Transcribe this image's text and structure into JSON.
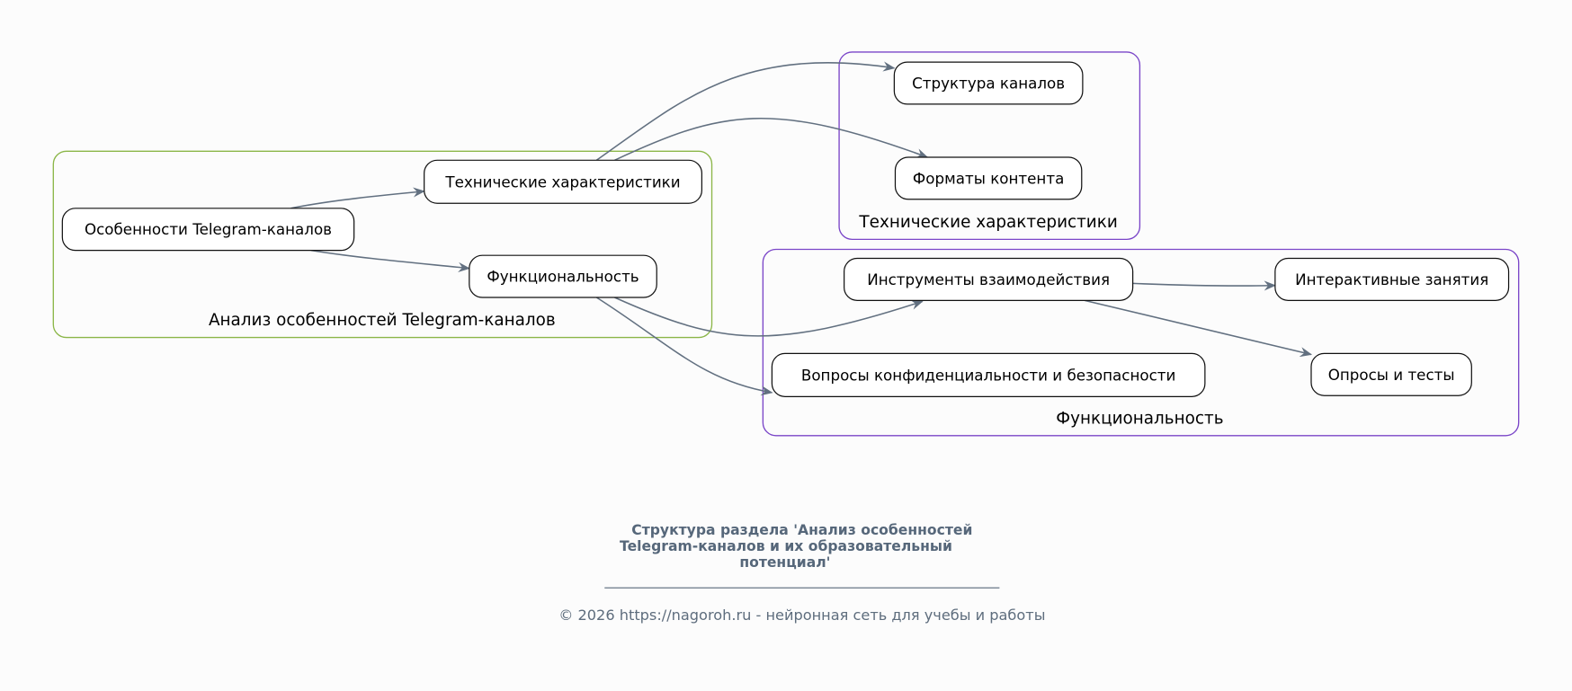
{
  "clusters": {
    "analysis": {
      "label": "Анализ особенностей Telegram-каналов",
      "color": "#8bb648"
    },
    "tech": {
      "label": "Технические характеристики",
      "color": "#7a45c8"
    },
    "func": {
      "label": "Функциональность",
      "color": "#7a45c8"
    }
  },
  "nodes": {
    "features": "Особенности Telegram-каналов",
    "tech": "Технические характеристики",
    "func": "Функциональность",
    "structure": "Структура каналов",
    "formats": "Форматы контента",
    "tools": "Инструменты взаимодействия",
    "interactive": "Интерактивные занятия",
    "privacy": "Вопросы конфиденциальности и безопасности",
    "polls": "Опросы и тесты"
  },
  "edge_color": "#627080",
  "footer": {
    "title_lines": [
      "Структура раздела 'Анализ особенностей",
      "Telegram-каналов и их образовательный",
      "потенциал'"
    ],
    "copyright": "© 2026 https://nagoroh.ru - нейронная сеть для учебы и работы"
  }
}
